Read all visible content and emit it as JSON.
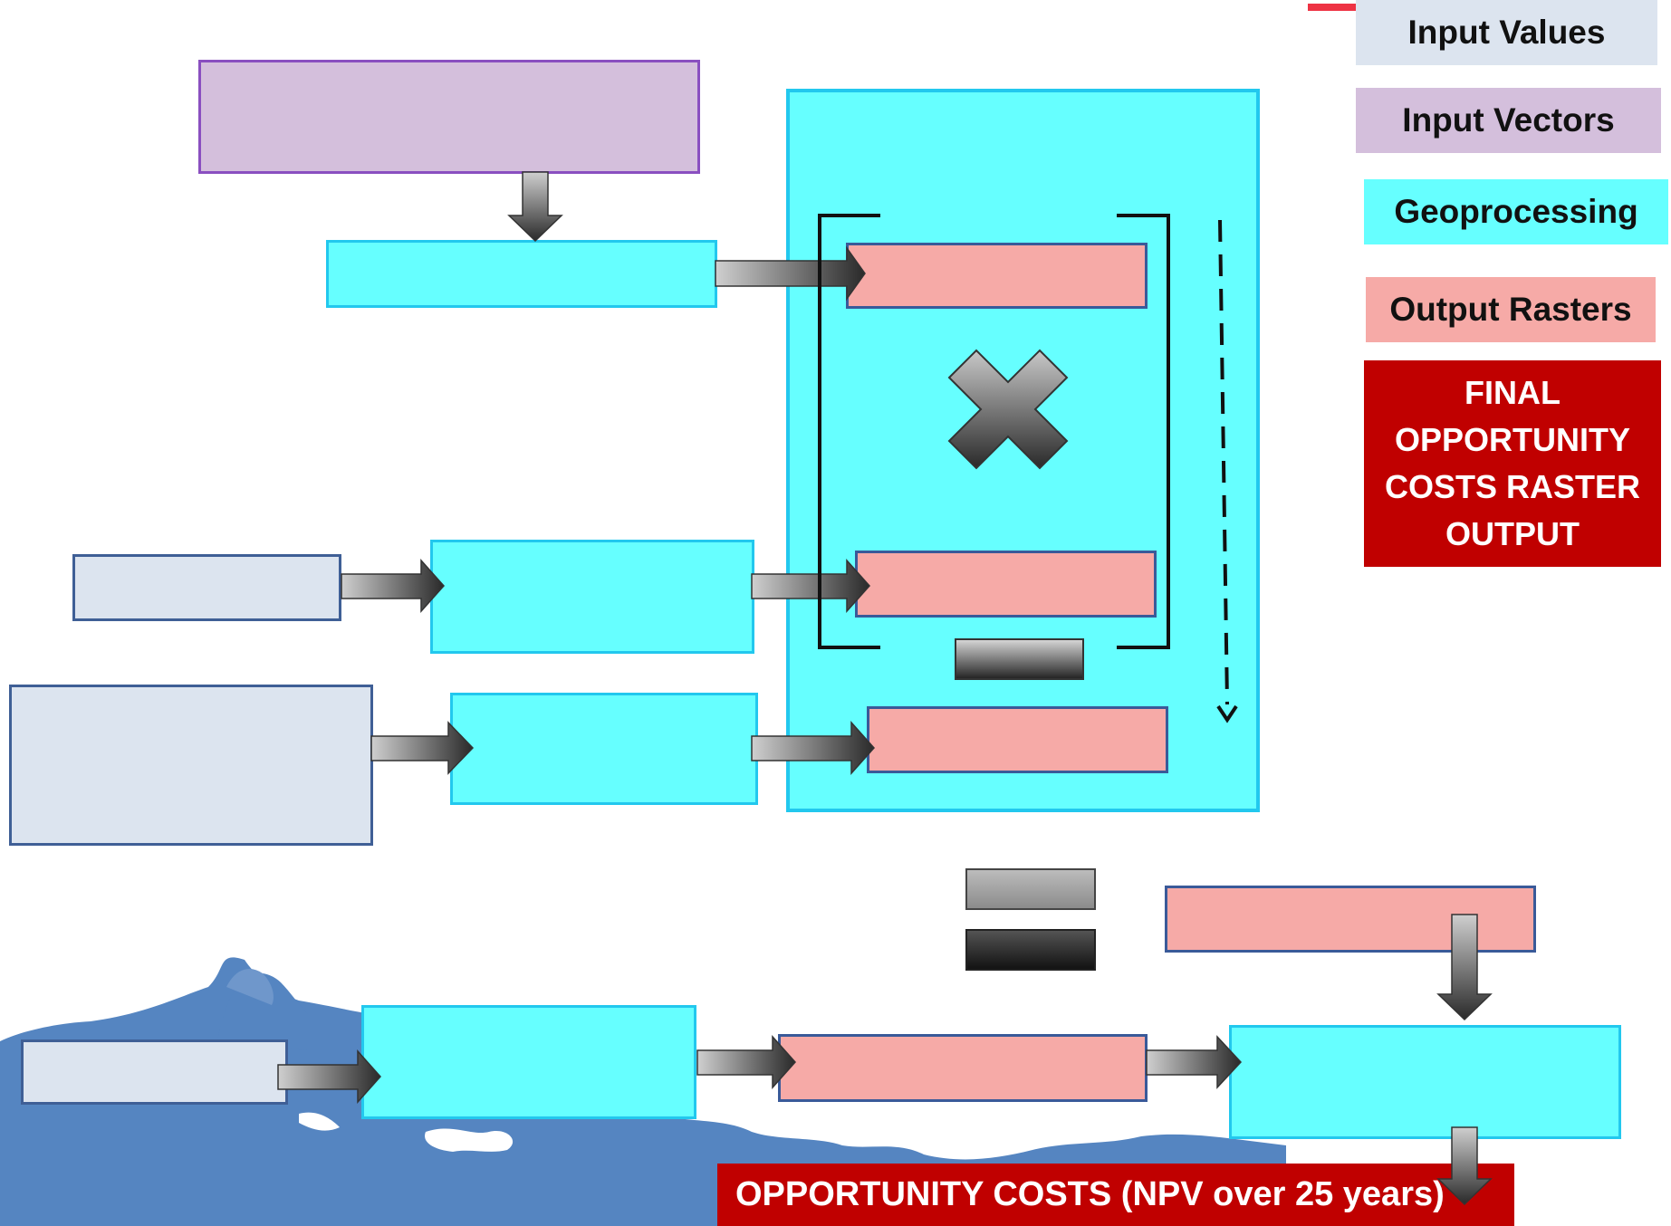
{
  "legend": {
    "input_values": "Input Values",
    "input_vectors": "Input Vectors",
    "geoprocessing": "Geoprocessing",
    "output_rasters": "Output Rasters",
    "final_output": "FINAL\nOPPORTUNITY\nCOSTS RASTER\nOUTPUT"
  },
  "bottom_banner": {
    "label": "OPPORTUNITY COSTS  (NPV over 25 years)"
  },
  "operators": {
    "multiply": "multiply-icon",
    "minus": "minus-icon",
    "equals": "equals-icon"
  },
  "colors": {
    "input_values": "#dce4ef",
    "input_vectors": "#d4bfdc",
    "geoprocessing": "#66ffff",
    "output_rasters": "#f6aaa7",
    "final_output": "#c00000",
    "background_image": "#5a86c2"
  }
}
